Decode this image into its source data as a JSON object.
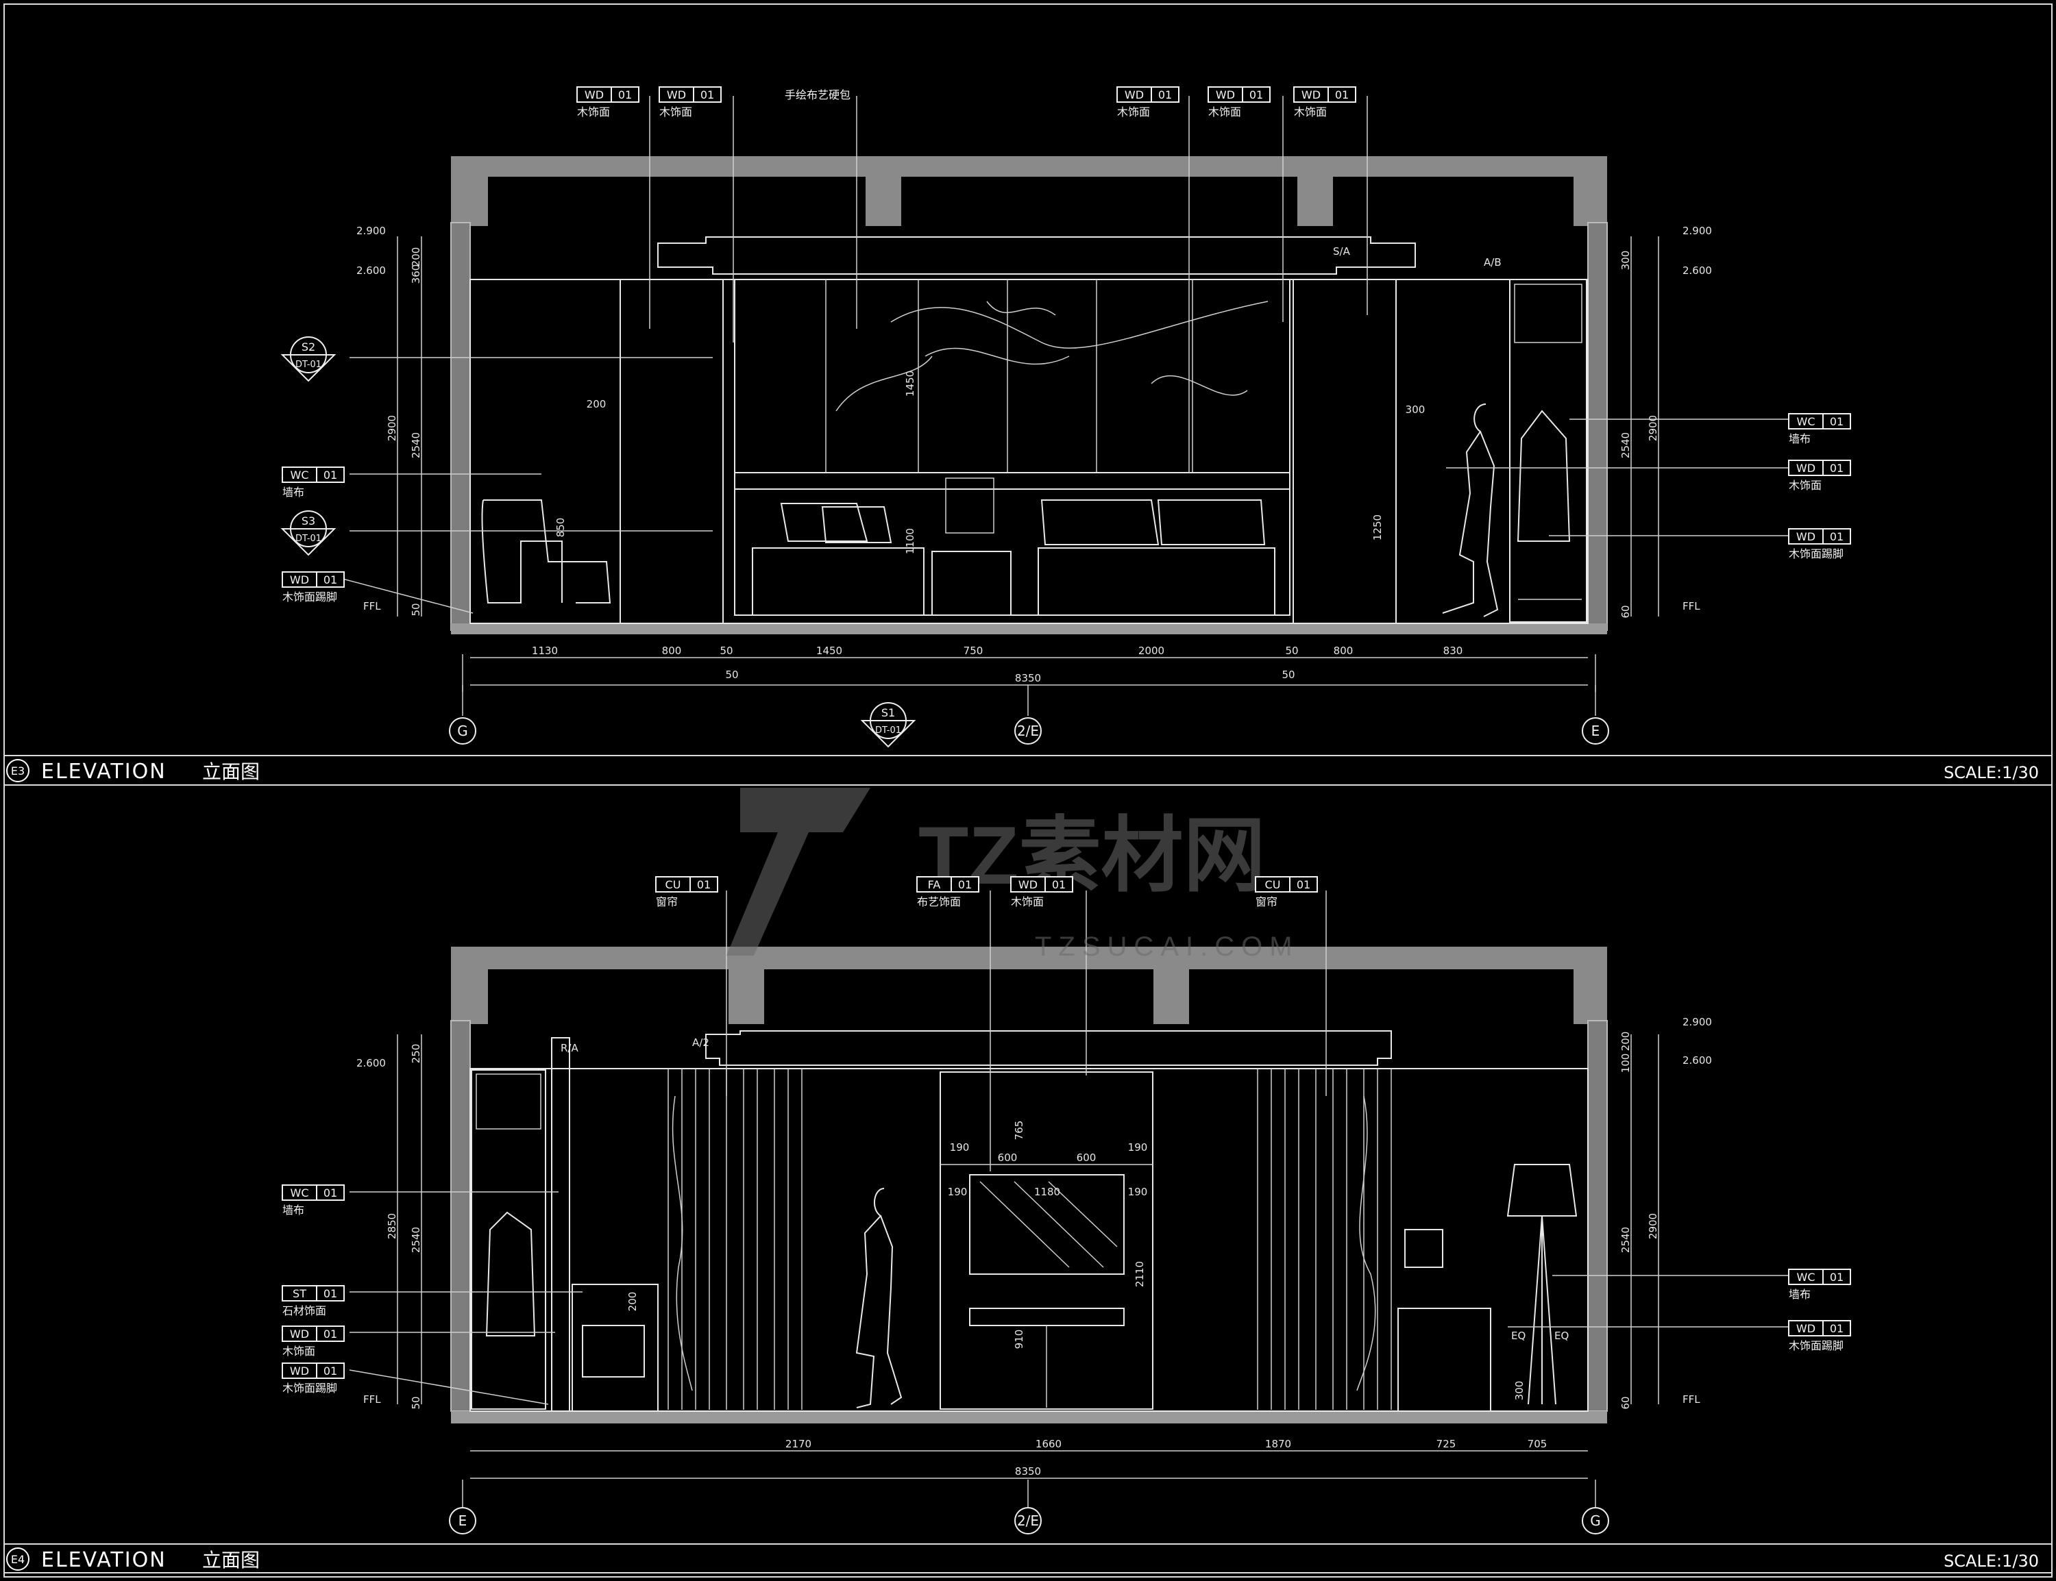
{
  "top": {
    "code": "E3",
    "title_en": "ELEVATION",
    "title_cn": "立面图",
    "scale": "SCALE:1/30",
    "tags": [
      {
        "code": "WD",
        "num": "01",
        "desc": "木饰面"
      },
      {
        "code": "WD",
        "num": "01",
        "desc": "木饰面"
      },
      {
        "code": "WD",
        "num": "01",
        "desc": "木饰面"
      },
      {
        "code": "WD",
        "num": "01",
        "desc": "木饰面"
      },
      {
        "code": "WD",
        "num": "01",
        "desc": "木饰面"
      }
    ],
    "top_note": "手绘布艺硬包",
    "left_tags": [
      {
        "code": "WC",
        "num": "01",
        "desc": "墙布"
      },
      {
        "code": "WD",
        "num": "01",
        "desc": "木饰面踢脚"
      }
    ],
    "right_tags": [
      {
        "code": "WC",
        "num": "01",
        "desc": "墙布"
      },
      {
        "code": "WD",
        "num": "01",
        "desc": "木饰面"
      },
      {
        "code": "WD",
        "num": "01",
        "desc": "木饰面踢脚"
      }
    ],
    "sections": [
      {
        "id": "S2",
        "ref": "DT-01"
      },
      {
        "id": "S3",
        "ref": "DT-01"
      },
      {
        "id": "S1",
        "ref": "DT-01"
      }
    ],
    "levels": [
      "2.900",
      "2.600",
      "FFL"
    ],
    "heights_left": [
      "2900",
      "2540",
      "200",
      "360",
      "50"
    ],
    "heights_right": [
      "300",
      "2540",
      "2900",
      "60"
    ],
    "inner_dims": [
      "300",
      "200",
      "1450",
      "1100",
      "1250",
      "850"
    ],
    "dims": [
      "1130",
      "800",
      "50",
      "1450",
      "750",
      "2000",
      "50",
      "800",
      "830"
    ],
    "dims_sub": [
      "50",
      "50"
    ],
    "total": "8350",
    "grid": [
      "G",
      "2/E",
      "E"
    ],
    "misc": [
      "S/A",
      "A/B"
    ]
  },
  "bottom": {
    "code": "E4",
    "title_en": "ELEVATION",
    "title_cn": "立面图",
    "scale": "SCALE:1/30",
    "tags": [
      {
        "code": "CU",
        "num": "01",
        "desc": "窗帘"
      },
      {
        "code": "FA",
        "num": "01",
        "desc": "布艺饰面"
      },
      {
        "code": "WD",
        "num": "01",
        "desc": "木饰面"
      },
      {
        "code": "CU",
        "num": "01",
        "desc": "窗帘"
      }
    ],
    "left_tags": [
      {
        "code": "WC",
        "num": "01",
        "desc": "墙布"
      },
      {
        "code": "ST",
        "num": "01",
        "desc": "石材饰面"
      },
      {
        "code": "WD",
        "num": "01",
        "desc": "木饰面"
      },
      {
        "code": "WD",
        "num": "01",
        "desc": "木饰面踢脚"
      }
    ],
    "right_tags": [
      {
        "code": "WC",
        "num": "01",
        "desc": "墙布"
      },
      {
        "code": "WD",
        "num": "01",
        "desc": "木饰面踢脚"
      }
    ],
    "levels": [
      "2.600",
      "FFL",
      "2.900",
      "2.600",
      "FFL"
    ],
    "heights_left": [
      "250",
      "2850",
      "2540",
      "50"
    ],
    "heights_right": [
      "200",
      "100",
      "2540",
      "2900",
      "60"
    ],
    "tv_dims": [
      "765",
      "190",
      "600",
      "600",
      "190",
      "190",
      "1180",
      "190",
      "2110",
      "910",
      "200",
      "300"
    ],
    "dims": [
      "2170",
      "1660",
      "1870",
      "725",
      "705"
    ],
    "total": "8350",
    "grid": [
      "E",
      "2/E",
      "G"
    ],
    "misc": [
      "R/A",
      "A/2",
      "EQ",
      "EQ"
    ]
  },
  "watermark": {
    "logo": "TZ素材网",
    "url": "TZSUCAI.COM"
  }
}
